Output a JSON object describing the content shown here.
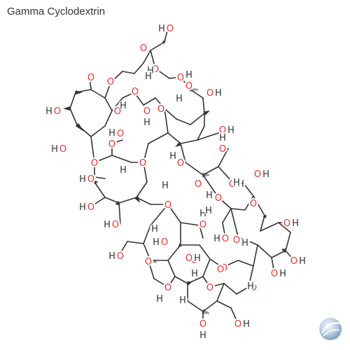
{
  "page": {
    "title": "Gamma Cyclodextrin"
  },
  "colors": {
    "oxygen": "#e8332a",
    "hydrogen": "#333333",
    "bond": "#333333",
    "logo": "#8aa8c8"
  },
  "atom_labels": {
    "oxygen": "O",
    "hydroxyl": "OH",
    "hydroxyl_left": "HO",
    "hydrogen": "H"
  },
  "molecule": {
    "ring_oxygens": 8,
    "glycosidic_oxygens": 8,
    "hydroxyl_groups": 24,
    "glucose_units": 8
  },
  "logo": {
    "icon": "molecule-sphere-logo-icon"
  }
}
